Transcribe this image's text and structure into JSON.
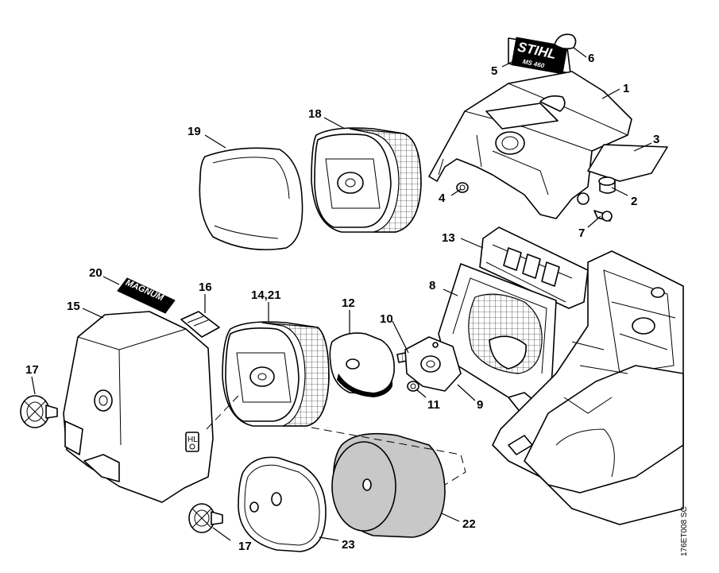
{
  "callouts": [
    {
      "id": "c1",
      "label": "1"
    },
    {
      "id": "c2",
      "label": "2"
    },
    {
      "id": "c3",
      "label": "3"
    },
    {
      "id": "c4",
      "label": "4"
    },
    {
      "id": "c5",
      "label": "5"
    },
    {
      "id": "c6",
      "label": "6"
    },
    {
      "id": "c7",
      "label": "7"
    },
    {
      "id": "c8",
      "label": "8"
    },
    {
      "id": "c9",
      "label": "9"
    },
    {
      "id": "c10",
      "label": "10"
    },
    {
      "id": "c11",
      "label": "11"
    },
    {
      "id": "c12",
      "label": "12"
    },
    {
      "id": "c13",
      "label": "13"
    },
    {
      "id": "c1421",
      "label": "14,21"
    },
    {
      "id": "c15",
      "label": "15"
    },
    {
      "id": "c16",
      "label": "16"
    },
    {
      "id": "c17a",
      "label": "17"
    },
    {
      "id": "c17b",
      "label": "17"
    },
    {
      "id": "c18",
      "label": "18"
    },
    {
      "id": "c19",
      "label": "19"
    },
    {
      "id": "c20",
      "label": "20"
    },
    {
      "id": "c22",
      "label": "22"
    },
    {
      "id": "c23",
      "label": "23"
    }
  ],
  "plates": {
    "stihl": "STIHL",
    "model": "MS 460",
    "magnum": "MAGNUM",
    "hl": "HL"
  },
  "drawing_code": "176ET008 SC"
}
